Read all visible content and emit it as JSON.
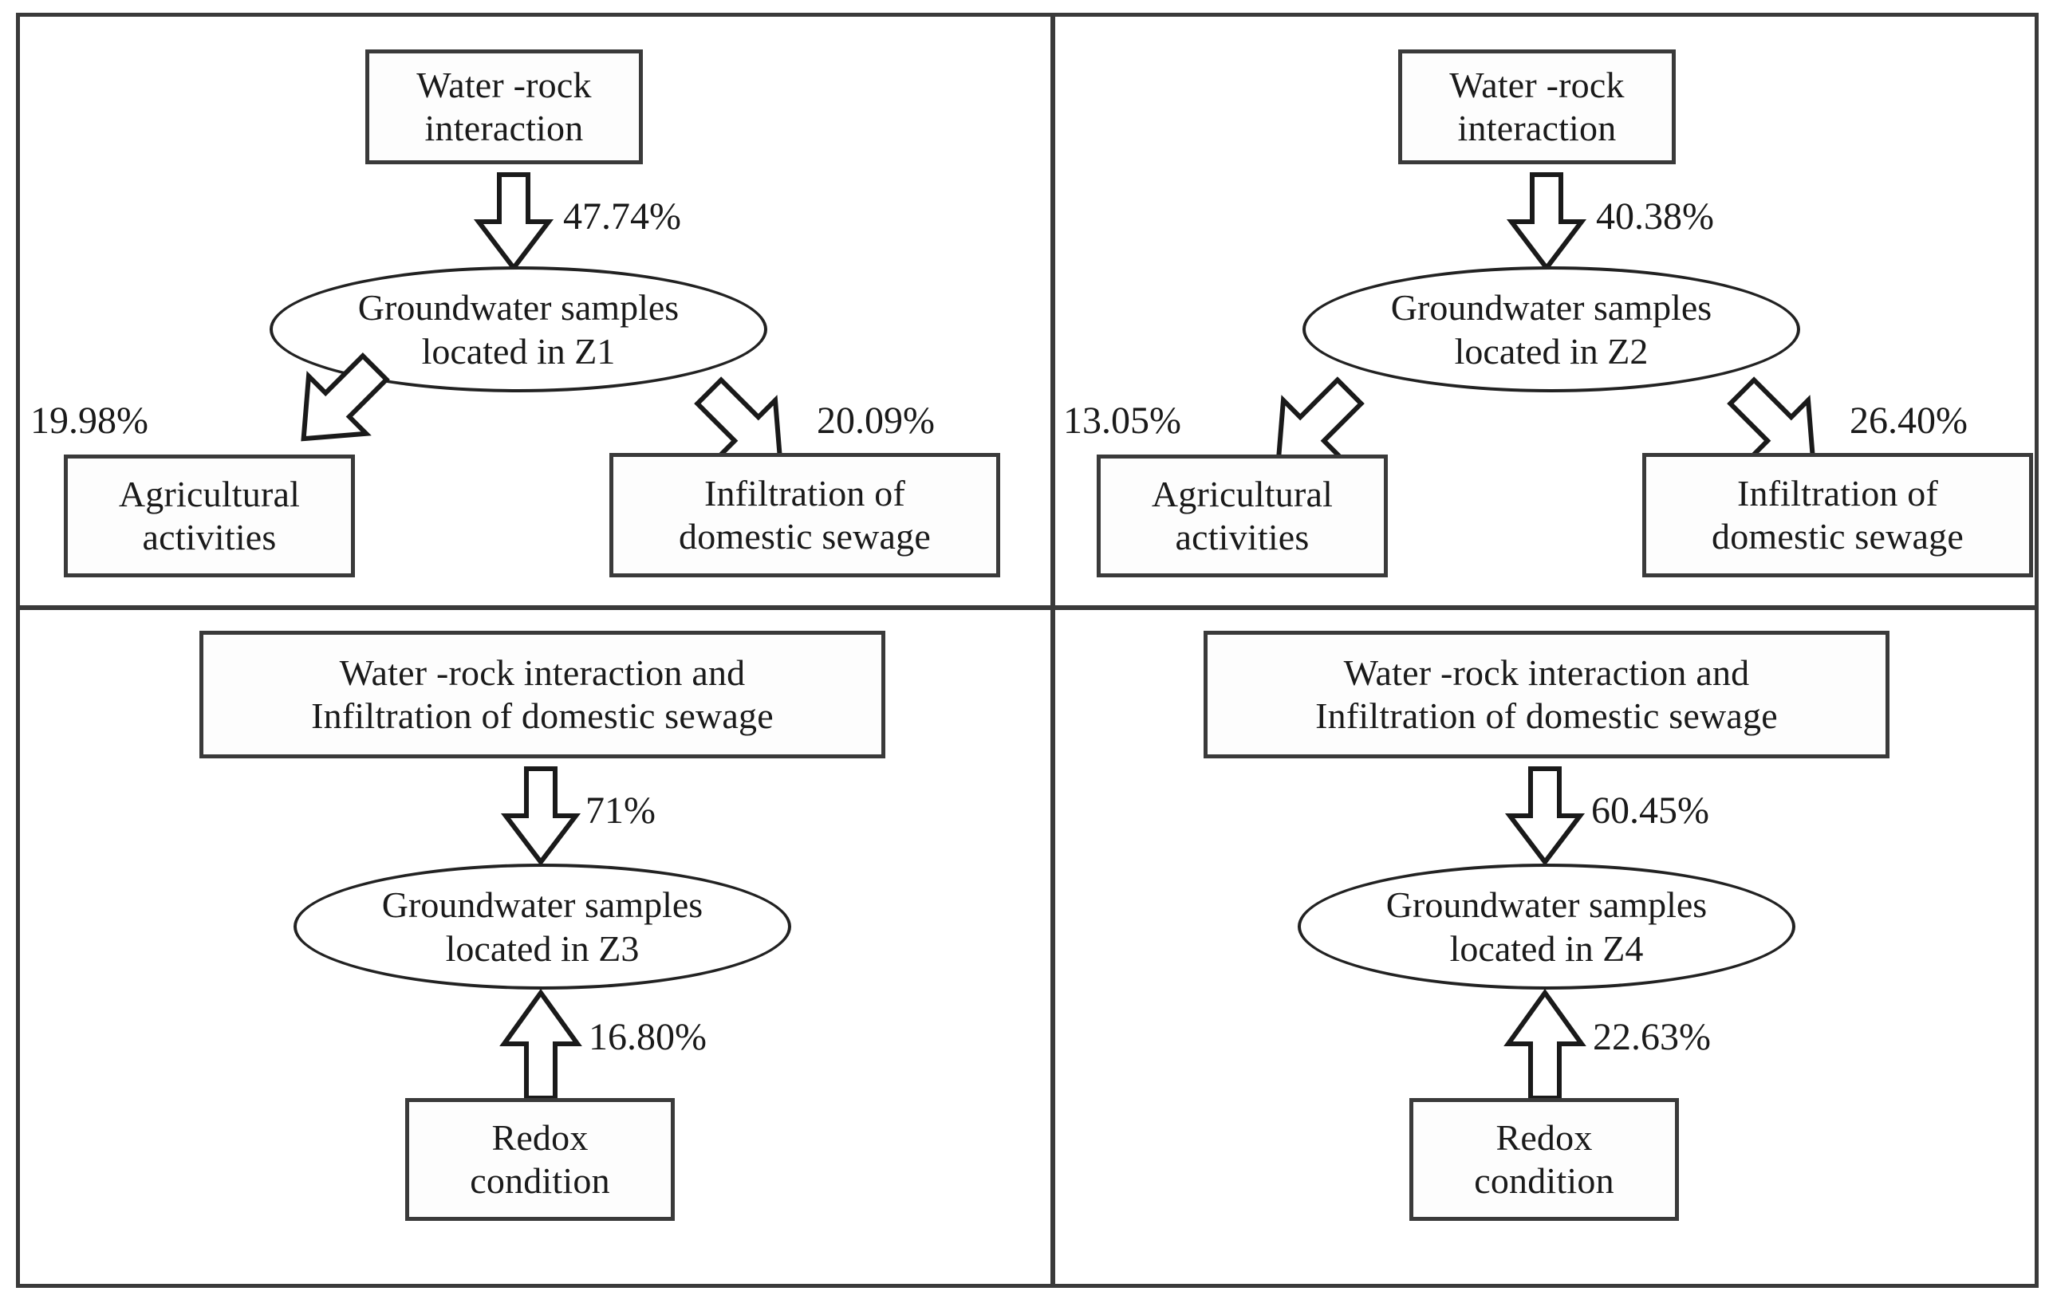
{
  "figure": {
    "title": "Conceptual source-apportionment diagrams for groundwater samples in zones Z1-Z4",
    "panel_count": 4
  },
  "chart_data": {
    "type": "diagram",
    "title": "Contribution of pollution sources to groundwater samples by zone",
    "panels": [
      {
        "id": "Z1",
        "center": "Groundwater samples located in Z1",
        "sources": [
          {
            "label": "Water -rock interaction",
            "value": 47.74,
            "display": "47.74%",
            "direction": "down"
          },
          {
            "label": "Agricultural activities",
            "value": 19.98,
            "display": "19.98%",
            "direction": "up-right"
          },
          {
            "label": "Infiltration of domestic sewage",
            "value": 20.09,
            "display": "20.09%",
            "direction": "up-left"
          }
        ]
      },
      {
        "id": "Z2",
        "center": "Groundwater samples located in Z2",
        "sources": [
          {
            "label": "Water -rock interaction",
            "value": 40.38,
            "display": "40.38%",
            "direction": "down"
          },
          {
            "label": "Agricultural activities",
            "value": 13.05,
            "display": "13.05%",
            "direction": "up-right"
          },
          {
            "label": "Infiltration of domestic sewage",
            "value": 26.4,
            "display": "26.40%",
            "direction": "up-left"
          }
        ]
      },
      {
        "id": "Z3",
        "center": "Groundwater samples located in Z3",
        "sources": [
          {
            "label": "Water -rock interaction and Infiltration of domestic sewage",
            "value": 71,
            "display": "71%",
            "direction": "down"
          },
          {
            "label": "Redox condition",
            "value": 16.8,
            "display": "16.80%",
            "direction": "up"
          }
        ]
      },
      {
        "id": "Z4",
        "center": "Groundwater samples located in Z4",
        "sources": [
          {
            "label": "Water -rock interaction and Infiltration of domestic sewage",
            "value": 60.45,
            "display": "60.45%",
            "direction": "down"
          },
          {
            "label": "Redox condition",
            "value": 22.63,
            "display": "22.63%",
            "direction": "up"
          }
        ]
      }
    ]
  },
  "panels": {
    "z1": {
      "top_box_line1": "Water -rock",
      "top_box_line2": "interaction",
      "ellipse_line1": "Groundwater samples",
      "ellipse_line2": "located in Z1",
      "left_box_line1": "Agricultural",
      "left_box_line2": "activities",
      "right_box_line1": "Infiltration of",
      "right_box_line2": "domestic sewage",
      "pct_top": "47.74%",
      "pct_left": "19.98%",
      "pct_right": "20.09%"
    },
    "z2": {
      "top_box_line1": "Water -rock",
      "top_box_line2": "interaction",
      "ellipse_line1": "Groundwater samples",
      "ellipse_line2": "located in Z2",
      "left_box_line1": "Agricultural",
      "left_box_line2": "activities",
      "right_box_line1": "Infiltration of",
      "right_box_line2": "domestic sewage",
      "pct_top": "40.38%",
      "pct_left": "13.05%",
      "pct_right": "26.40%"
    },
    "z3": {
      "top_box_line1": "Water -rock interaction and",
      "top_box_line2": "Infiltration of domestic sewage",
      "ellipse_line1": "Groundwater samples",
      "ellipse_line2": "located in Z3",
      "bottom_box_line1": "Redox",
      "bottom_box_line2": "condition",
      "pct_top": "71%",
      "pct_bottom": "16.80%"
    },
    "z4": {
      "top_box_line1": "Water -rock interaction and",
      "top_box_line2": "Infiltration of domestic sewage",
      "ellipse_line1": "Groundwater samples",
      "ellipse_line2": "located in Z4",
      "bottom_box_line1": "Redox",
      "bottom_box_line2": "condition",
      "pct_top": "60.45%",
      "pct_bottom": "22.63%"
    }
  },
  "colors": {
    "stroke": "#3a3a3a",
    "ellipse_stroke": "#222222",
    "text": "#1a1a1a",
    "background": "#ffffff"
  }
}
